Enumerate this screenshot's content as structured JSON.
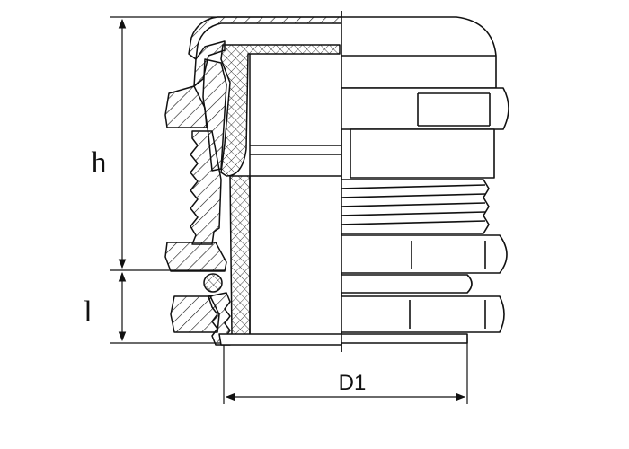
{
  "drawing": {
    "dimensions": {
      "h": "h",
      "l": "l",
      "d1": "D1"
    },
    "colors": {
      "line": "#111111",
      "hatch_fill": "#ffffff",
      "background": "#ffffff"
    }
  }
}
